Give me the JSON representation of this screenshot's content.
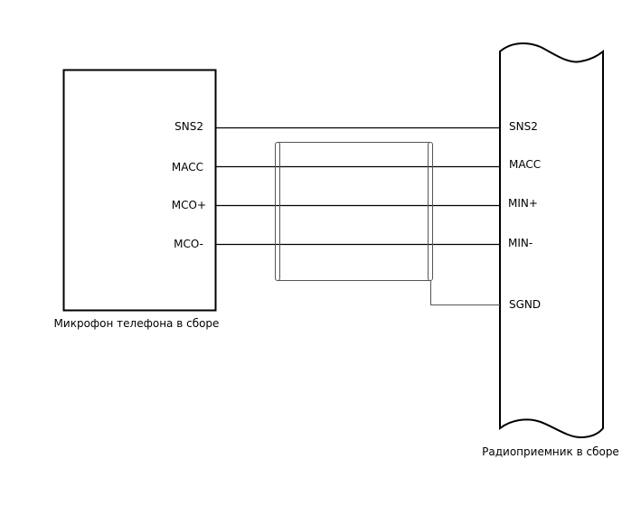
{
  "left_block": {
    "caption": "Микрофон телефона в сборе",
    "pins": [
      {
        "label": "SNS2"
      },
      {
        "label": "MACC"
      },
      {
        "label": "MCO+"
      },
      {
        "label": "MCO-"
      }
    ]
  },
  "right_block": {
    "caption": "Радиоприемник в сборе",
    "pins": [
      {
        "label": "SNS2"
      },
      {
        "label": "MACC"
      },
      {
        "label": "MIN+"
      },
      {
        "label": "MIN-"
      },
      {
        "label": "SGND"
      }
    ]
  },
  "colors": {
    "line": "#000000",
    "shield": "#555555",
    "background": "#ffffff"
  }
}
